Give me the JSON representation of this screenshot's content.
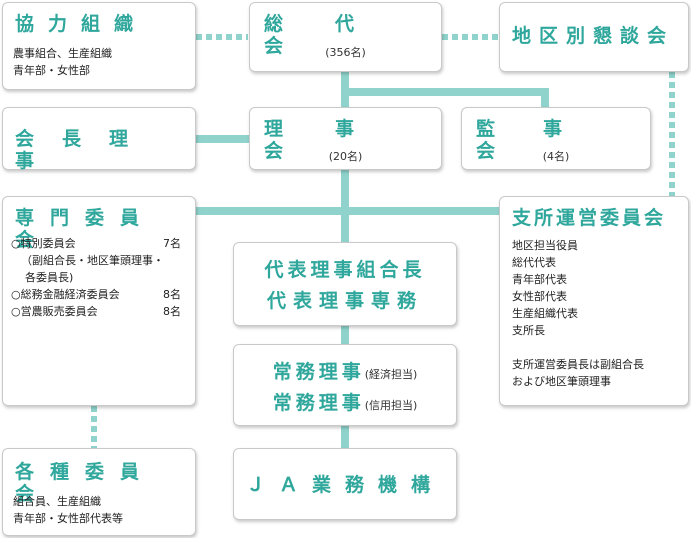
{
  "kyoryoku": {
    "title": "協力組織",
    "lines": [
      "農事組合、生産組織",
      "青年部・女性部"
    ]
  },
  "sodai": {
    "title": "総代会",
    "count": "(356名)"
  },
  "chiku": {
    "title": "地区別懇談会"
  },
  "kaicho": {
    "title": "会長理事"
  },
  "rijikai": {
    "title": "理事会",
    "count": "(20名)"
  },
  "kanjikai": {
    "title": "監事会",
    "count": "(4名)"
  },
  "senmon": {
    "title": "専門委員会",
    "items": [
      {
        "name": "○特別委員会",
        "count": "7名"
      },
      {
        "name": "（副組合長・地区筆頭理事・",
        "count": ""
      },
      {
        "name": "各委員長)",
        "count": ""
      },
      {
        "name": "○総務金融経済委員会",
        "count": "8名"
      },
      {
        "name": "○営農販売委員会",
        "count": "8名"
      }
    ]
  },
  "daihyo": {
    "line1": "代表理事組合長",
    "line2": "代表理事専務"
  },
  "jomu": {
    "line1": "常務理事",
    "tag1": "(経済担当)",
    "line2": "常務理事",
    "tag2": "(信用担当)"
  },
  "ja": {
    "title": "ＪＡ業務機構"
  },
  "shisho": {
    "title": "支所運営委員会",
    "lines": [
      "地区担当役員",
      "総代代表",
      "青年部代表",
      "女性部代表",
      "生産組織代表",
      "支所長"
    ],
    "note": [
      "支所運営委員長は副組合長",
      "および地区筆頭理事"
    ]
  },
  "kakushu": {
    "title": "各種委員会",
    "lines": [
      "組合員、生産組織",
      "青年部・女性部代表等"
    ]
  },
  "colors": {
    "accent": "#2fa79c",
    "connector": "#8fd3cc"
  }
}
